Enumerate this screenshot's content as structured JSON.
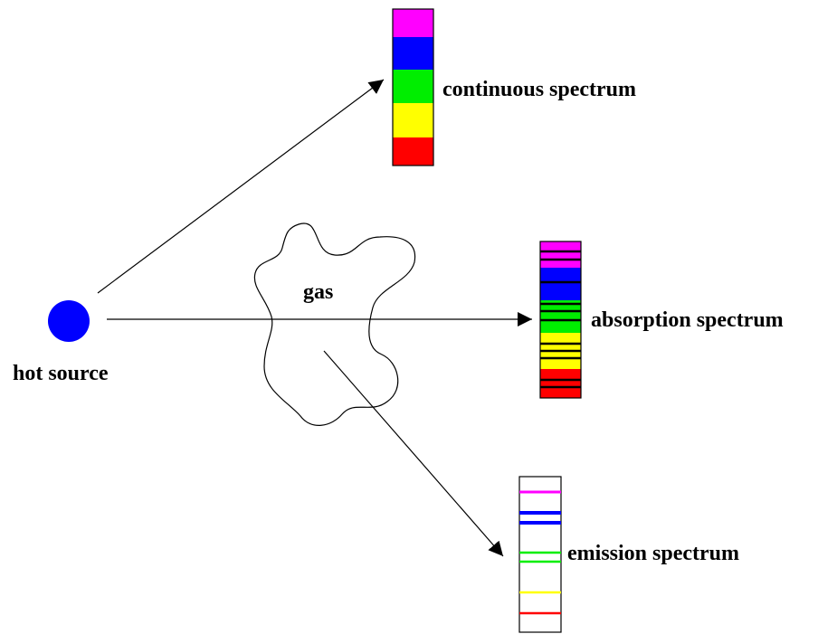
{
  "labels": {
    "hot_source": "hot source",
    "gas": "gas",
    "continuous": "continuous spectrum",
    "absorption": "absorption spectrum",
    "emission": "emission spectrum"
  },
  "colors": {
    "source": "#0000ff",
    "band_colors": [
      "#ff00ff",
      "#0000ff",
      "#00ee00",
      "#ffff00",
      "#ff0000"
    ],
    "line": "#000000",
    "background": "#ffffff"
  },
  "spectra": {
    "continuous": {
      "bands": [
        "magenta",
        "blue",
        "green",
        "yellow",
        "red"
      ]
    },
    "absorption": {
      "bands": [
        "magenta",
        "blue",
        "green",
        "yellow",
        "red"
      ],
      "dark_line_count": 11
    },
    "emission": {
      "bright_lines": [
        "magenta",
        "blue",
        "blue",
        "green",
        "green",
        "yellow",
        "red"
      ]
    }
  }
}
